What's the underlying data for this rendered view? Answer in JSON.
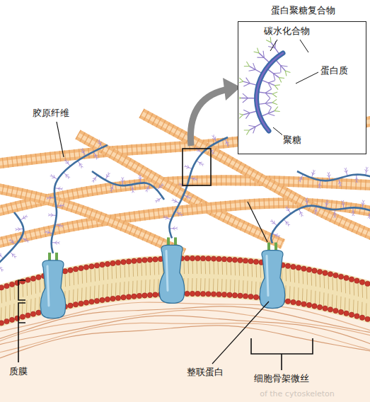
{
  "diagram": {
    "nodes": [
      {
        "text": [
          "蛋白聚糖复合物"
        ]
      }
    ],
    "labels": [
      "碳水化合物",
      "蛋白质",
      "聚糖",
      "胶原纤维",
      "质膜",
      "整联蛋白",
      "细胞骨架微丝",
      "of the cytoskeleton"
    ]
  }
}
